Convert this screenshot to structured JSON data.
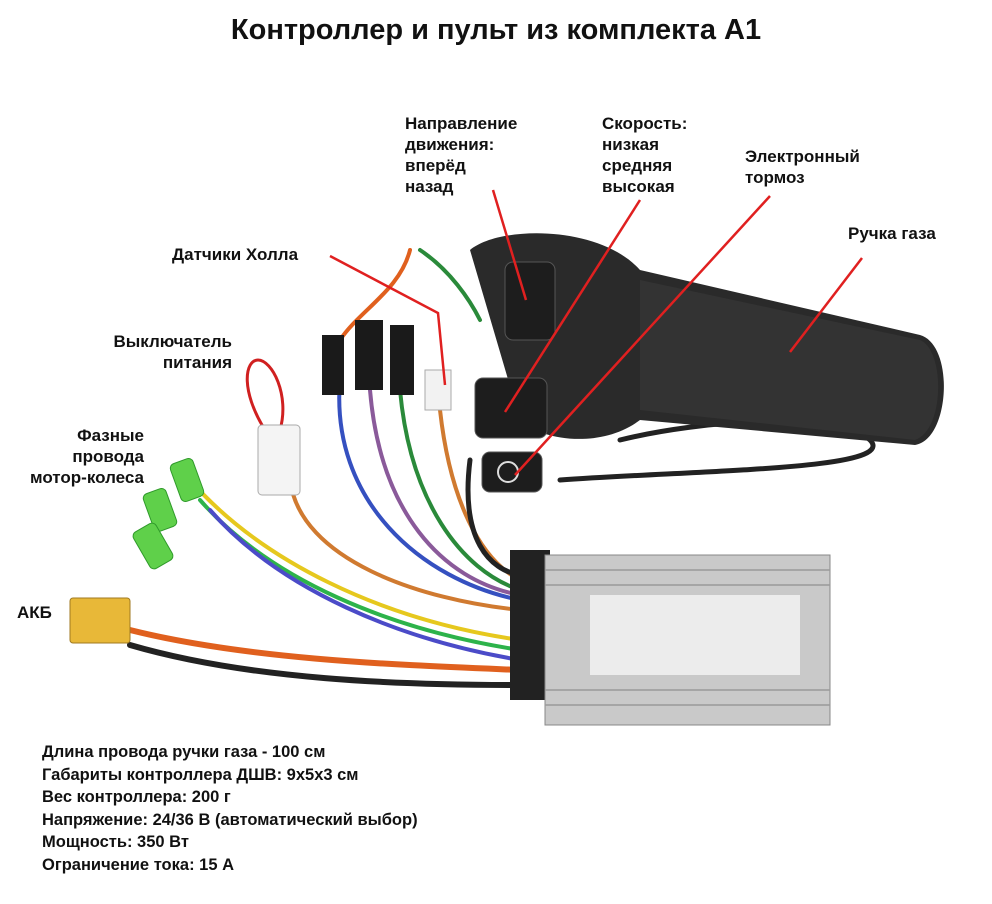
{
  "title": "Контроллер и пульт из комплекта А1",
  "labels": {
    "direction": "Направление\nдвижения:\nвперёд\nназад",
    "speed": "Скорость:\nнизкая\nсредняя\nвысокая",
    "brake": "Электронный\nтормоз",
    "throttle": "Ручка газа",
    "hall": "Датчики Холла",
    "power_switch": "Выключатель\nпитания",
    "phase": "Фазные\nпровода\nмотор-колеса",
    "battery": "АКБ"
  },
  "specs": [
    "Длина провода ручки газа - 100 см",
    "Габариты контроллера ДШВ: 9x5x3 см",
    "Вес контроллера: 200 г",
    "Напряжение: 24/36 В (автоматический выбор)",
    "Мощность: 350 Вт",
    "Ограничение тока: 15 А"
  ],
  "colors": {
    "annotation_line": "#e02020",
    "grip": "#2a2a2a",
    "controller": "#c9c9c9"
  }
}
